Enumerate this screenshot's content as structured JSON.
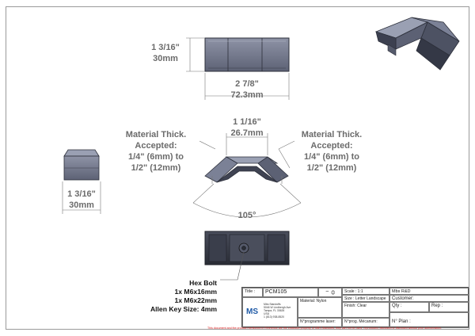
{
  "dims": {
    "top_height_in": "1 3/16\"",
    "top_height_mm": "30mm",
    "top_width_in": "2 7/8\"",
    "top_width_mm": "72.3mm",
    "mid_width_in": "1 1/16\"",
    "mid_width_mm": "26.7mm",
    "left_height_in": "1 3/16\"",
    "left_height_mm": "30mm",
    "angle": "105°"
  },
  "material_left": [
    "Material Thick.",
    "Accepted:",
    "1/4\" (6mm) to",
    "1/2\" (12mm)"
  ],
  "material_right": [
    "Material Thick.",
    "Accepted:",
    "1/4\" (6mm) to",
    "1/2\" (12mm)"
  ],
  "hardware_notes": [
    "Hex Bolt",
    "1x M6x16mm",
    "1x M6x22mm",
    "Allen Key Size: 4mm"
  ],
  "title_block": {
    "title_label": "Title :",
    "title_value": "PCM105",
    "scale": "Scale : 1:1",
    "company_name": "Mbs R&D",
    "customer_label": "Customer:",
    "size": "Size : Letter Landscape",
    "material": "Material: Nylon",
    "finish": "Finish: Clear",
    "qty_label": "Qty :",
    "rep_label": "Rep :",
    "programme": "N°programme laser:",
    "prog_mecanum": "N°prog. Mécanum:",
    "plan_label": "N° Plan :",
    "logo_text": "MS",
    "address": [
      "Mbs Standoffs",
      "5046 W Lindbergh Ave",
      "Tampa, FL 33626",
      "USA",
      "1 (813) 938-8520"
    ]
  },
  "footer_text": "This document and the product mentioned in Reference are the exclusive property of MBS-Standoffs, they can not be used, reproduced, disclosed or disclosed without prior authorization."
}
